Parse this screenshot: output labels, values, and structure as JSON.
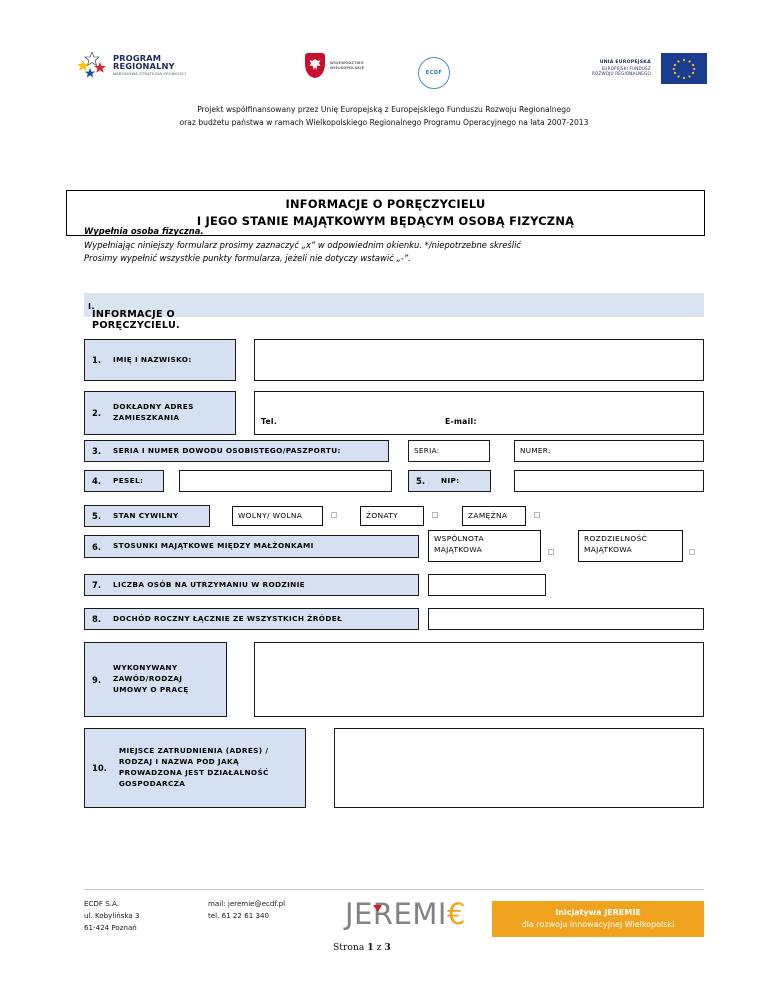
{
  "header": {
    "logos": [
      {
        "name": "program-regionalny",
        "line1": "PROGRAM",
        "line2": "REGIONALNY",
        "line3": "NARODOWA STRATEGIA SPÓJNOŚCI"
      },
      {
        "name": "wojewodztwo-wielkopolskie",
        "line1": "WOJEWÓDZTWO",
        "line2": "WIELKOPOLSKIE"
      },
      {
        "name": "ecdf",
        "text": "ECDF"
      },
      {
        "name": "unia-europejska",
        "line1": "UNIA EUROPEJSKA",
        "line2": "EUROPEJSKI FUNDUSZ",
        "line3": "ROZWOJU REGIONALNEGO"
      }
    ],
    "funding_line1": "Projekt współfinansowany przez Unię Europejską z Europejskiego Funduszu Rozwoju Regionalnego",
    "funding_line2": "oraz budżetu państwa w ramach Wielkopolskiego Regionalnego Programu Operacyjnego na lata 2007-2013"
  },
  "title": {
    "line1": "INFORMACJE O PORĘCZYCIELU",
    "line2": "I JEGO STANIE MAJĄTKOWYM BĘDĄCYM OSOBĄ FIZYCZNĄ"
  },
  "intro": {
    "bold": "Wypełnia osoba fizyczna.",
    "line2": "Wypełniając niniejszy formularz prosimy zaznaczyć „x” w odpowiednim okienku. */niepotrzebne skreślić",
    "line3": "Prosimy wypełnić wszystkie punkty formularza, jeżeli nie dotyczy wstawić „-”."
  },
  "section": {
    "number": "I.",
    "label": "INFORMACJE O PORĘCZYCIELU."
  },
  "rows": {
    "r1": {
      "num": "1.",
      "label": "IMIĘ I NAZWISKO:",
      "value": ""
    },
    "r2": {
      "num": "2.",
      "label_line1": "DOKŁADNY ADRES",
      "label_line2": "ZAMIESZKANIA",
      "tel_label": "Tel.",
      "email_label": "E-mail:",
      "value": ""
    },
    "r3": {
      "num": "3.",
      "label": "SERIA I NUMER DOWODU OSOBISTEGO/PASZPORTU:",
      "seria_placeholder": "SERIA:",
      "numer_placeholder": "NUMER:",
      "seria_value": "",
      "numer_value": ""
    },
    "r4": {
      "num": "4.",
      "label": "PESEL:",
      "value": ""
    },
    "r5a": {
      "num": "5.",
      "label": "NIP:",
      "value": ""
    },
    "r5b": {
      "num": "5.",
      "label": "STAN CYWILNY",
      "options": [
        {
          "text": "WOLNY/ WOLNA",
          "checked": false
        },
        {
          "text": "ŻONATY",
          "checked": false
        },
        {
          "text": "ZAMĘŻNA",
          "checked": false
        }
      ]
    },
    "r6": {
      "num": "6.",
      "label": "STOSUNKI MAJĄTKOWE MIĘDZY MAŁŻONKAMI",
      "options": [
        {
          "line1": "WSPÓLNOTA",
          "line2": "MAJĄTKOWA",
          "checked": false
        },
        {
          "line1": "ROZDZIELNOŚĆ",
          "line2": "MAJĄTKOWA",
          "checked": false
        }
      ]
    },
    "r7": {
      "num": "7.",
      "label": "LICZBA OSÓB NA UTRZYMANIU W RODZINIE",
      "value": ""
    },
    "r8": {
      "num": "8.",
      "label": "DOCHÓD ROCZNY ŁĄCZNIE ZE WSZYSTKICH ŹRÓDEŁ",
      "value": ""
    },
    "r9": {
      "num": "9.",
      "label_line1": "WYKONYWANY",
      "label_line2": "ZAWÓD/RODZAJ",
      "label_line3": "UMOWY O PRACĘ",
      "value": ""
    },
    "r10": {
      "num": "10.",
      "label_line1": "MIEJSCE ZATRUDNIENIA (ADRES) /",
      "label_line2": "RODZAJ I NAZWA POD JAKĄ",
      "label_line3": "PROWADZONA JEST DZIAŁALNOŚĆ",
      "label_line4": "GOSPODARCZA",
      "value": ""
    }
  },
  "footer": {
    "company": "ECDF S.A.",
    "street": "ul. Kobylińska 3",
    "city": "61-424 Poznań",
    "mail": "mail: jeremie@ecdf.pl",
    "tel": "tel. 61 22 61 340",
    "brand": "JEREMIE",
    "page_prefix": "Strona",
    "page_current": "1",
    "page_middle": "z",
    "page_total": "3",
    "badge_line1": "Inicjatywa JEREMIE",
    "badge_line2": "dla rozwoju innowacyjnej Wielkopolski"
  },
  "colors": {
    "label_blue": "#d5e1f2",
    "section_blue": "#dbe5f1",
    "brand_orange": "#f0a31e",
    "eu_blue": "#1b3d8f"
  }
}
